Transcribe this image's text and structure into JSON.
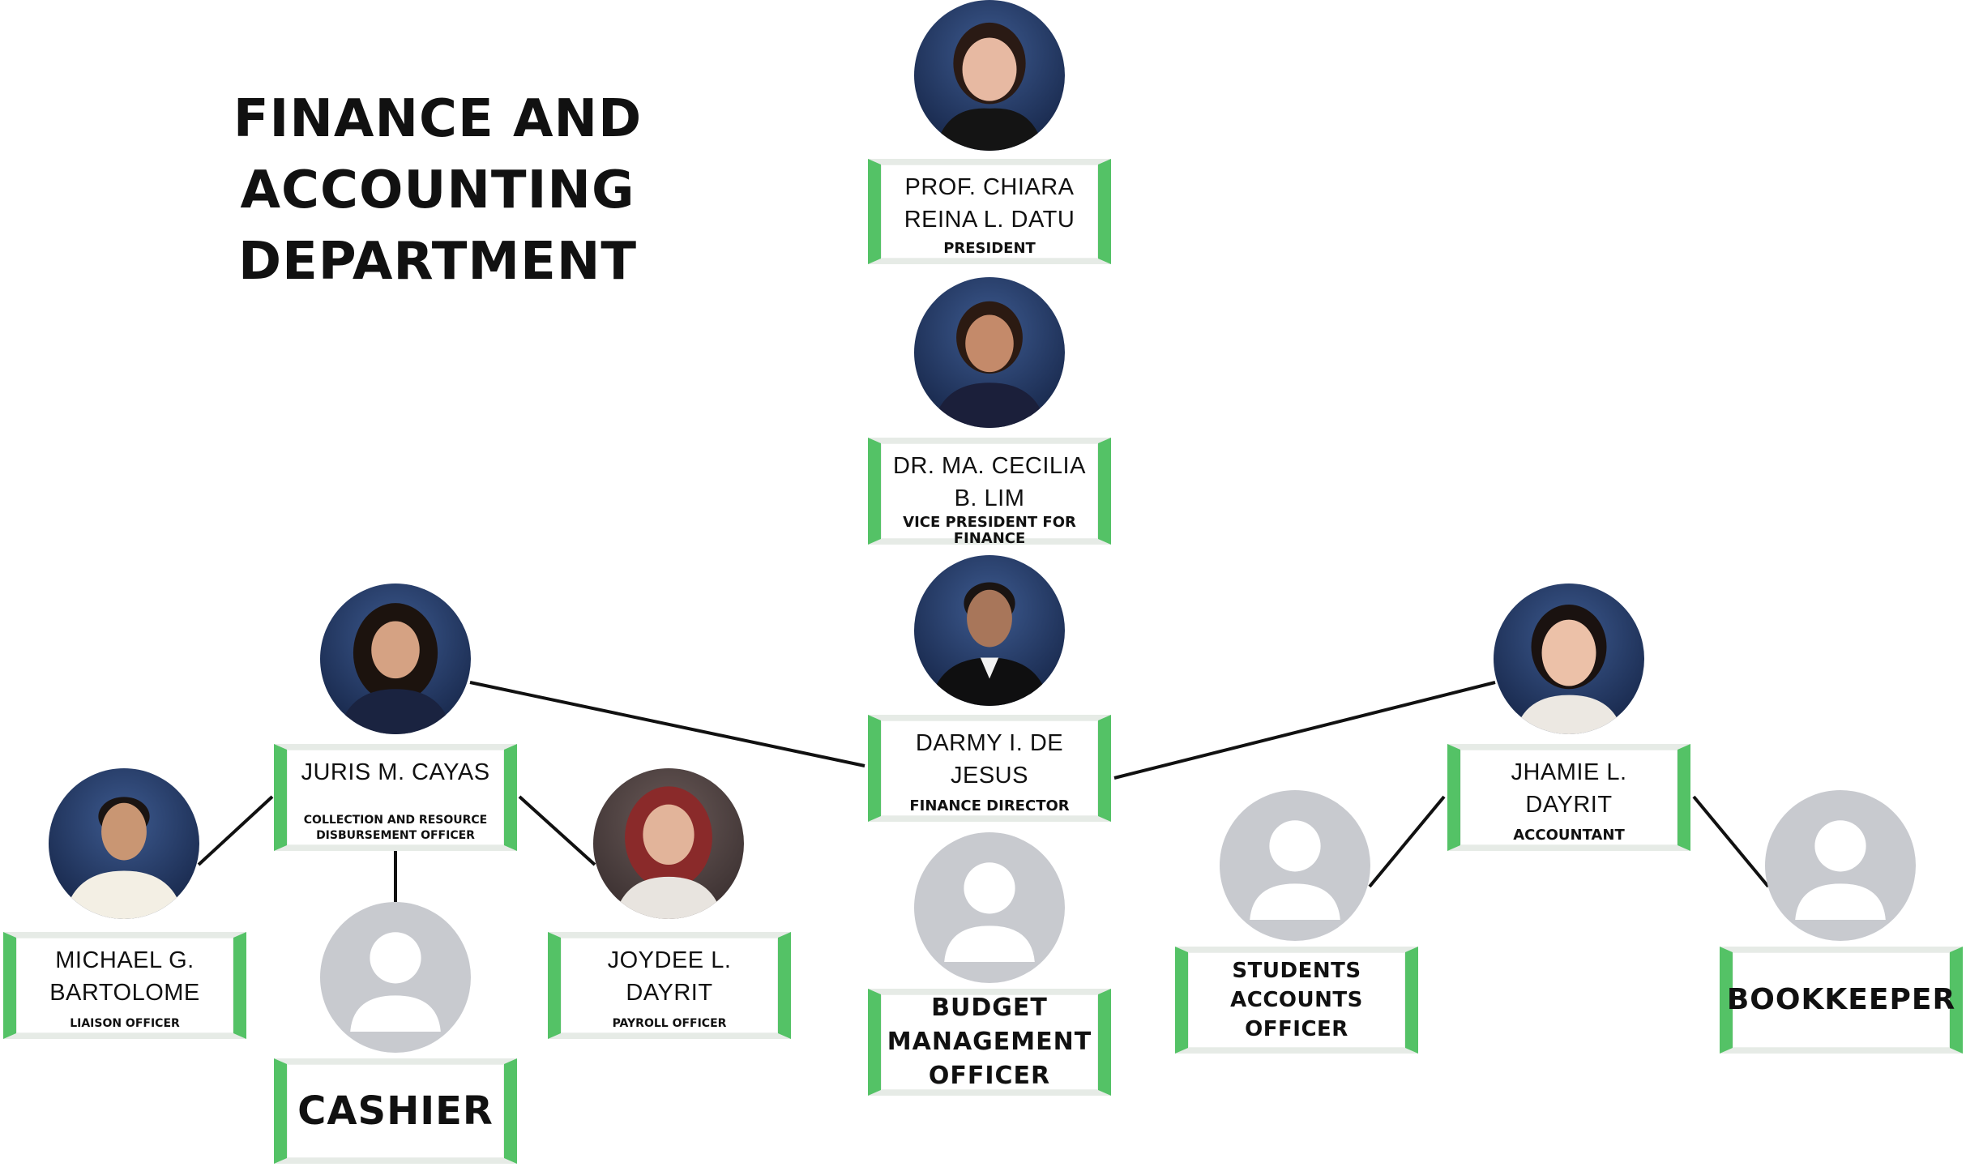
{
  "title": {
    "line1": "FINANCE AND ACCOUNTING",
    "line2": "DEPARTMENT"
  },
  "people": {
    "president": {
      "name": "PROF. CHIARA REINA L. DATU",
      "role": "PRESIDENT"
    },
    "vp_finance": {
      "name": "DR. MA. CECILIA B. LIM",
      "role": "VICE PRESIDENT FOR FINANCE"
    },
    "finance_director": {
      "name": "DARMY I. DE JESUS",
      "role": "FINANCE DIRECTOR"
    },
    "collection_officer": {
      "name": "JURIS M. CAYAS",
      "role": "COLLECTION AND RESOURCE DISBURSEMENT OFFICER"
    },
    "accountant": {
      "name": "JHAMIE L. DAYRIT",
      "role": "ACCOUNTANT"
    },
    "liaison_officer": {
      "name": "MICHAEL G. BARTOLOME",
      "role": "LIAISON OFFICER"
    },
    "payroll_officer": {
      "name": "JOYDEE L. DAYRIT",
      "role": "PAYROLL OFFICER"
    }
  },
  "vacant_positions": {
    "cashier": "CASHIER",
    "budget_officer": "BUDGET MANAGEMENT OFFICER",
    "students_accounts_officer": "STUDENTS ACCOUNTS OFFICER",
    "bookkeeper": "BOOKKEEPER"
  },
  "colors": {
    "accent_green": "#54c266",
    "card_border": "#e6ebe6",
    "placeholder_gray": "#c8cacf",
    "connector": "#111111"
  }
}
